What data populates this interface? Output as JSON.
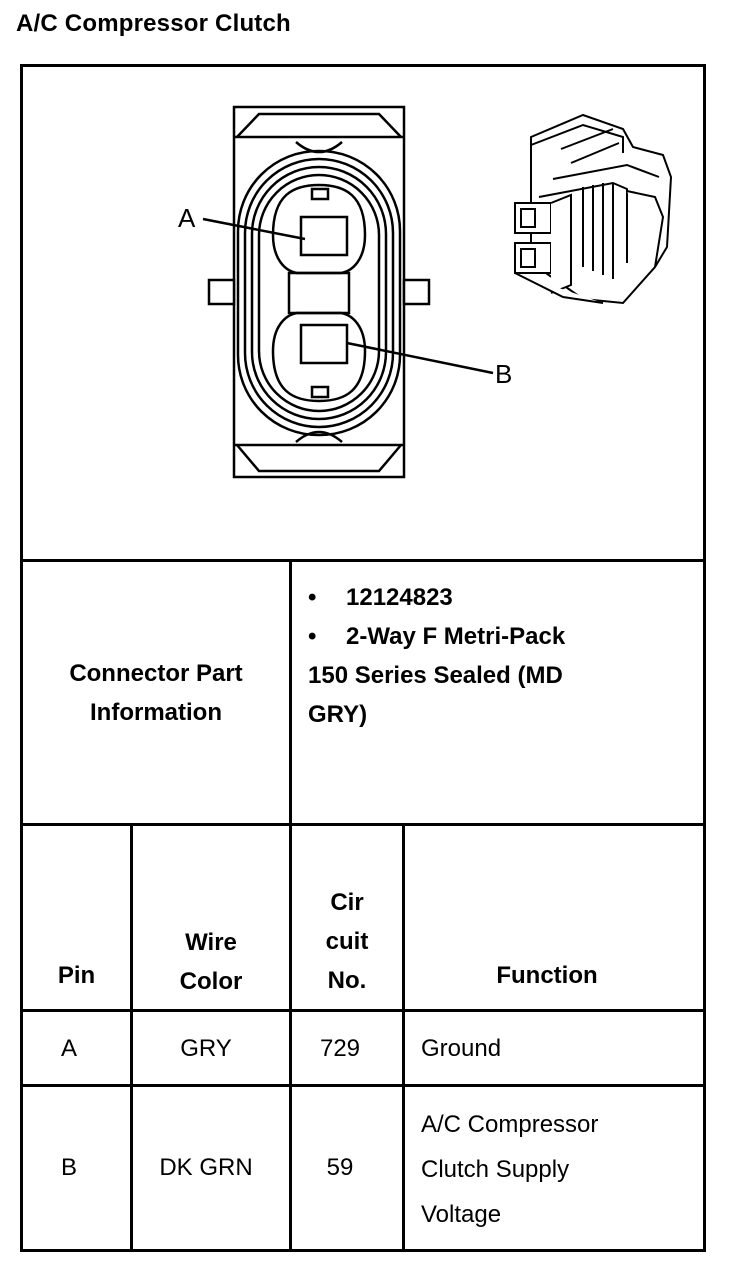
{
  "title": "A/C Compressor Clutch",
  "diagram": {
    "pin_labels": [
      "A",
      "B"
    ]
  },
  "connector_info": {
    "label": "Connector Part Information",
    "label_line1": "Connector Part",
    "label_line2": "Information",
    "bullet_symbol": "•",
    "part_number": "12124823",
    "description_line1": "2-Way F Metri-Pack",
    "description_line2": "150 Series Sealed (MD",
    "description_line3": "GRY)"
  },
  "table": {
    "headers": {
      "pin": "Pin",
      "wire_color_1": "Wire",
      "wire_color_2": "Color",
      "circuit_1": "Cir",
      "circuit_2": "cuit",
      "circuit_3": "No.",
      "function": "Function"
    },
    "rows": [
      {
        "pin": "A",
        "wire_color": "GRY",
        "circuit": "729",
        "function_lines": [
          "Ground"
        ]
      },
      {
        "pin": "B",
        "wire_color": "DK GRN",
        "circuit": "59",
        "function_lines": [
          "A/C Compressor",
          "Clutch Supply",
          "Voltage"
        ]
      }
    ]
  }
}
